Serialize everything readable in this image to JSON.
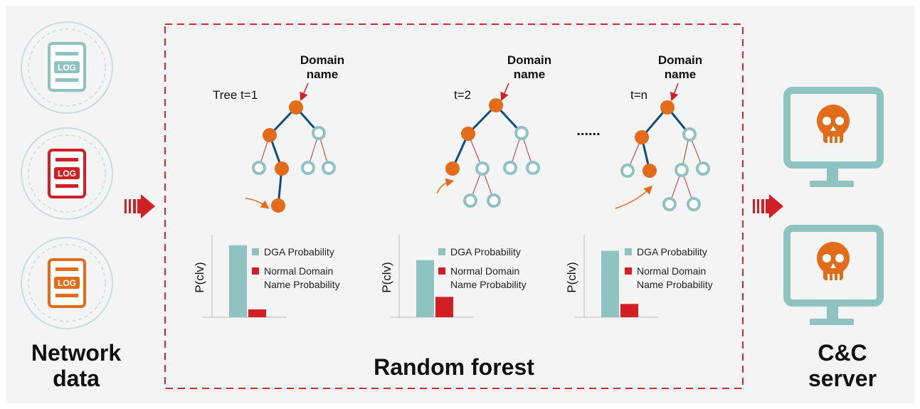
{
  "colors": {
    "background": "#f4f4f4",
    "dashed_border": "#d7262d",
    "teal": "#8fc3c1",
    "teal_dark": "#6ea9a6",
    "orange": "#e36c1a",
    "red": "#d21f26",
    "tree_edge": "#0f4c81",
    "thin_edge": "#c9302c",
    "circle_ring": "#b7d9d6",
    "text": "#111111"
  },
  "left_panel": {
    "title_line1": "Network",
    "title_line2": "data",
    "logs": [
      {
        "label": "LOG",
        "color": "teal",
        "icon": "log-file-icon"
      },
      {
        "label": "LOG",
        "color": "red",
        "icon": "log-file-icon"
      },
      {
        "label": "LOG",
        "color": "orange",
        "icon": "log-file-icon"
      }
    ]
  },
  "forest": {
    "title": "Random forest",
    "ellipsis": "......",
    "trees": [
      {
        "label": "Tree t=1",
        "root_label_line1": "Domain",
        "root_label_line2": "name"
      },
      {
        "label": "t=2",
        "root_label_line1": "Domain",
        "root_label_line2": "name"
      },
      {
        "label": "t=n",
        "root_label_line1": "Domain",
        "root_label_line2": "name"
      }
    ],
    "charts": [
      {
        "ylabel": "P(clv)",
        "legend_dga": "DGA Probability",
        "legend_normal_line1": "Normal Domain",
        "legend_normal_line2": "Name Probability",
        "dga_value": 0.92,
        "normal_value": 0.1
      },
      {
        "ylabel": "P(clv)",
        "legend_dga": "DGA Probability",
        "legend_normal_line1": "Normal Domain",
        "legend_normal_line2": "Name Probability",
        "dga_value": 0.73,
        "normal_value": 0.26
      },
      {
        "ylabel": "P(clv)",
        "legend_dga": "DGA Probability",
        "legend_normal_line1": "Normal Domain",
        "legend_normal_line2": "Name Probability",
        "dga_value": 0.85,
        "normal_value": 0.17
      }
    ]
  },
  "right_panel": {
    "title_line1": "C&C",
    "title_line2": "server",
    "monitors": [
      {
        "icon": "skull-icon"
      },
      {
        "icon": "skull-icon"
      }
    ]
  }
}
